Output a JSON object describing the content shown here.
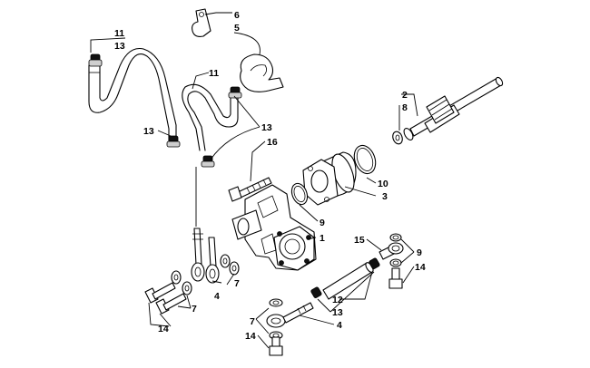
{
  "callouts": {
    "c1": "1",
    "c2": "2",
    "c3": "3",
    "c4a": "4",
    "c4b": "4",
    "c5": "5",
    "c6": "6",
    "c7a": "7",
    "c7b": "7",
    "c7c": "7",
    "c8": "8",
    "c9a": "9",
    "c9b": "9",
    "c10": "10",
    "c11a": "11",
    "c11b": "11",
    "c12": "12",
    "c13a": "13",
    "c13b": "13",
    "c13c": "13",
    "c13d": "13",
    "c14a": "14",
    "c14b": "14",
    "c14c": "14",
    "c15": "15",
    "c16": "16"
  }
}
